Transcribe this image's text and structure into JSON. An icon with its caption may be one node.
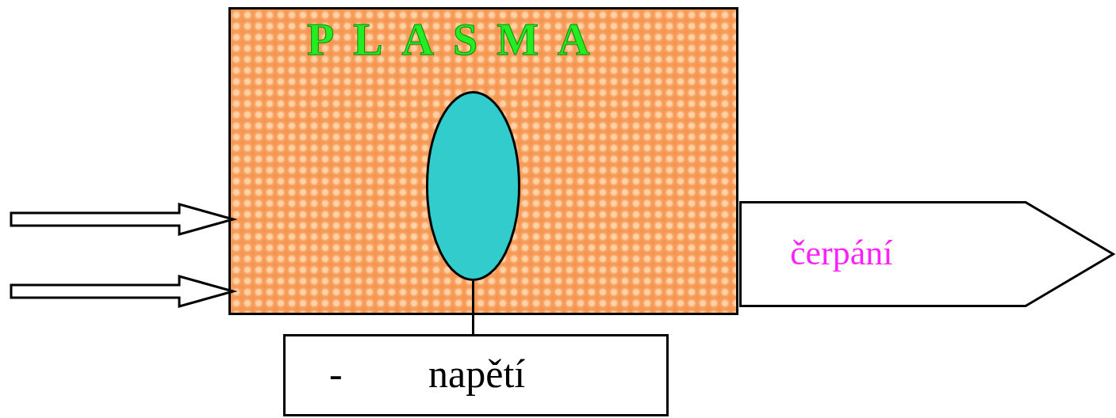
{
  "diagram": {
    "nodes": [
      {
        "text": [
          "PLASMA"
        ]
      },
      {
        "text": [],
        "shape": "ellipse",
        "in": 0
      },
      {
        "text": [
          "-",
          "napětí"
        ]
      },
      {
        "text": [
          "čerpání"
        ]
      }
    ],
    "edges": [
      {
        "from": 1,
        "to": 2,
        "arrow": "none"
      },
      {
        "from": null,
        "to": 0,
        "arrow": "to",
        "style": "thick"
      },
      {
        "from": null,
        "to": 0,
        "arrow": "to",
        "style": "thick"
      }
    ]
  }
}
